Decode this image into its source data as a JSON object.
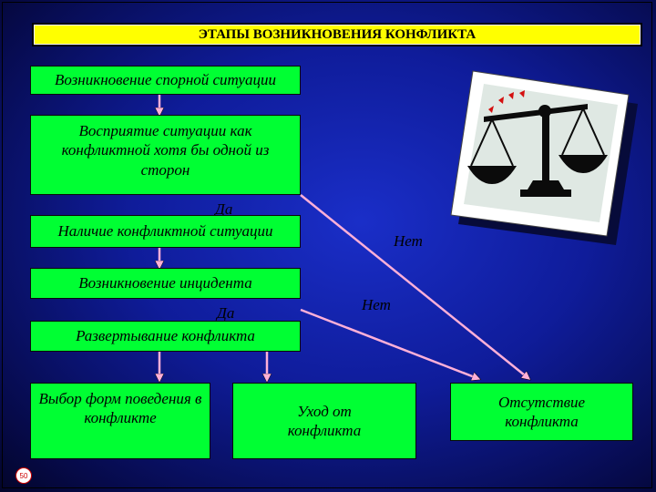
{
  "slide": {
    "title": "ЭТАПЫ ВОЗНИКНОВЕНИЯ КОНФЛИКТА",
    "page_number": "50"
  },
  "boxes": {
    "box1": "Возникновение спорной ситуации",
    "box2": "Восприятие ситуации как конфликтной хотя бы одной из сторон",
    "box3": "Наличие конфликтной ситуации",
    "box4": "Возникновение инцидента",
    "box5": "Развертывание конфликта",
    "box6": "Выбор форм поведения в конфликте",
    "box7": "Уход от конфликта",
    "box8": "Отсутствие конфликта"
  },
  "labels": {
    "yes1": "Да",
    "no1": "Нет",
    "yes2": "Да",
    "no2": "Нет"
  },
  "colors": {
    "box_fill": "#00ff33",
    "title_fill": "#ffff00",
    "arrow": "#ffb0d8"
  },
  "image": {
    "icon": "scales-of-justice-icon"
  }
}
